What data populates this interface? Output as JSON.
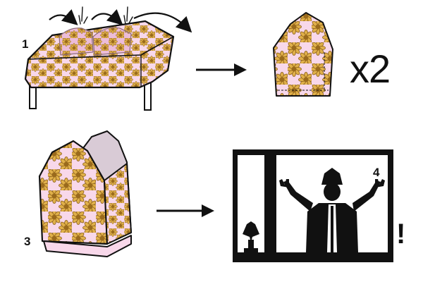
{
  "steps": {
    "step1": "1",
    "step3": "3",
    "step4": "4"
  },
  "multiplier": "x2",
  "exclamation": "!",
  "icons": {
    "table": "table-with-fabric-icon",
    "pattern": "mitre-pattern-icon",
    "mitre": "assembled-mitre-icon",
    "window": "window-silhouette-icon"
  },
  "colors": {
    "fabric": "#f8d8ea",
    "fabric_dark": "#ecbcd8",
    "flower_petal": "#e0b04a",
    "flower_center": "#9a6a1c",
    "mitre_inside": "#d9cbd6",
    "outline": "#111111",
    "silhouette": "#111111"
  }
}
